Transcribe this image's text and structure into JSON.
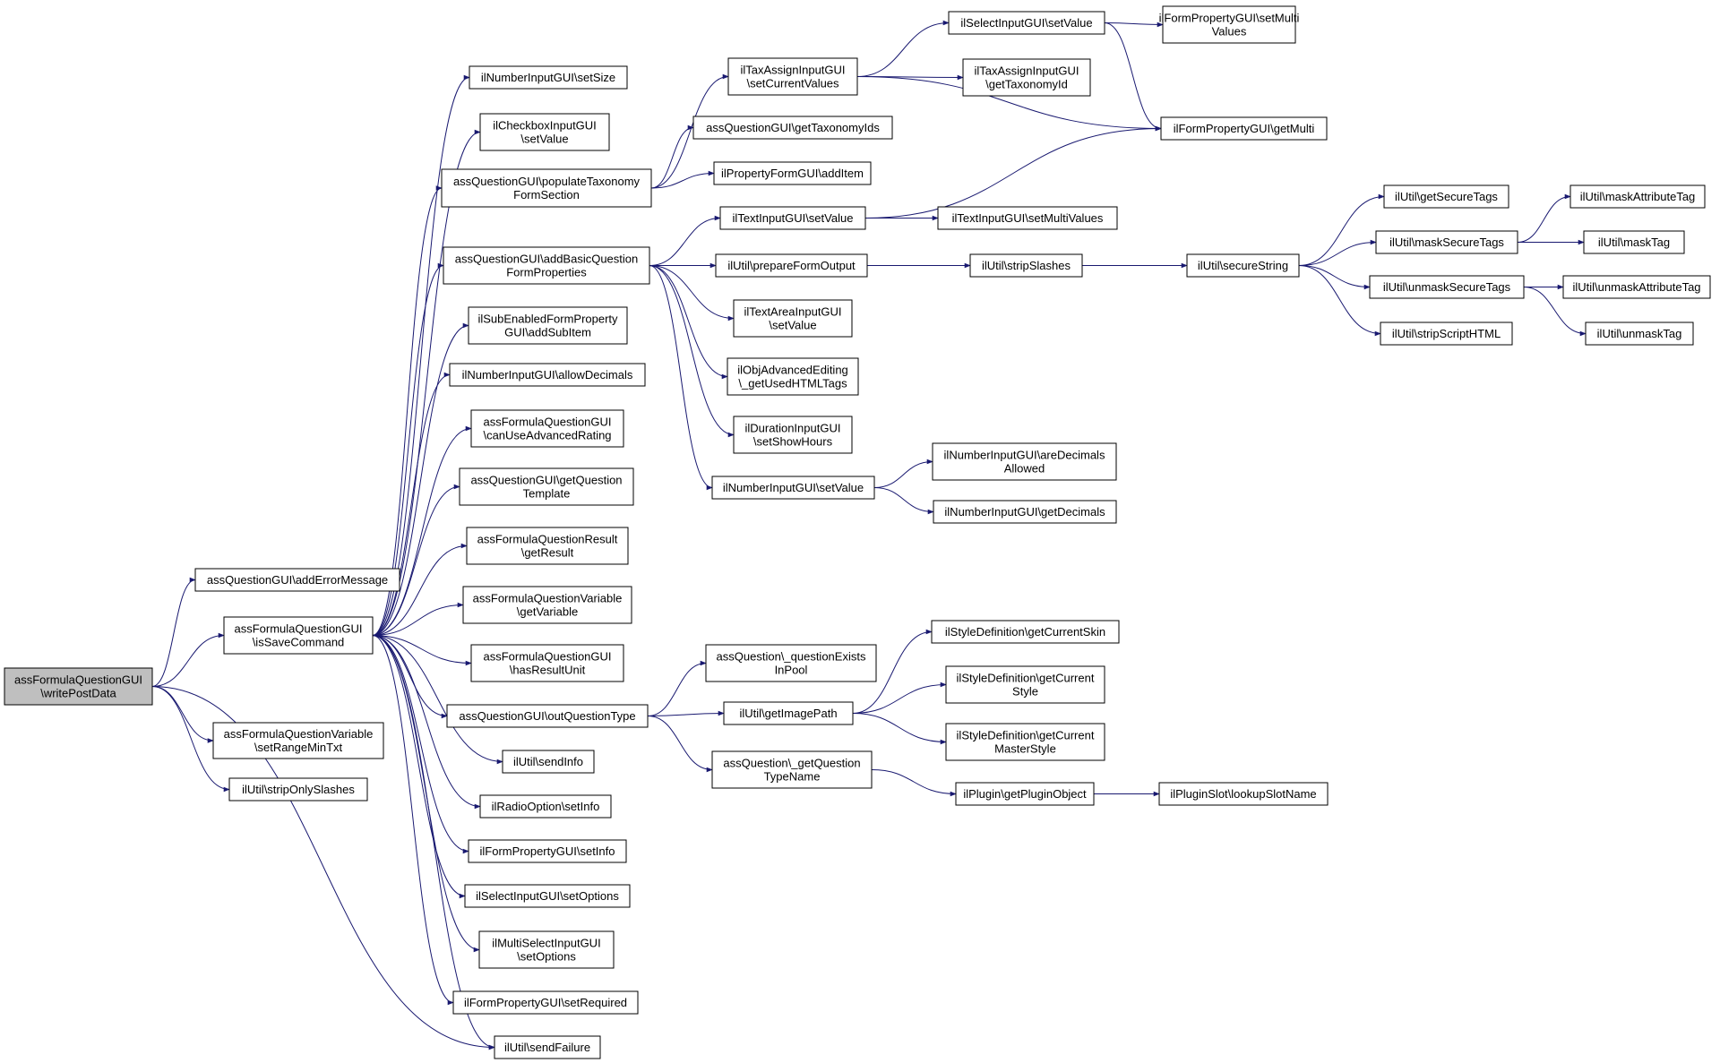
{
  "diagram": {
    "type": "call-graph",
    "root": "writePostData",
    "nodes": [
      {
        "id": "writePostData",
        "lines": [
          "assFormulaQuestionGUI",
          "\\writePostData"
        ]
      },
      {
        "id": "addErrorMessage",
        "lines": [
          "assQuestionGUI\\addErrorMessage"
        ]
      },
      {
        "id": "isSaveCommand",
        "lines": [
          "assFormulaQuestionGUI",
          "\\isSaveCommand"
        ]
      },
      {
        "id": "setRangeMinTxt",
        "lines": [
          "assFormulaQuestionVariable",
          "\\setRangeMinTxt"
        ]
      },
      {
        "id": "stripOnlySlashes",
        "lines": [
          "ilUtil\\stripOnlySlashes"
        ]
      },
      {
        "id": "setSize",
        "lines": [
          "ilNumberInputGUI\\setSize"
        ]
      },
      {
        "id": "cbSetValue",
        "lines": [
          "ilCheckboxInputGUI",
          "\\setValue"
        ]
      },
      {
        "id": "populateTaxonomy",
        "lines": [
          "assQuestionGUI\\populateTaxonomy",
          "FormSection"
        ]
      },
      {
        "id": "addBasicQuestion",
        "lines": [
          "assQuestionGUI\\addBasicQuestion",
          "FormProperties"
        ]
      },
      {
        "id": "addSubItem",
        "lines": [
          "ilSubEnabledFormProperty",
          "GUI\\addSubItem"
        ]
      },
      {
        "id": "allowDecimals",
        "lines": [
          "ilNumberInputGUI\\allowDecimals"
        ]
      },
      {
        "id": "canUseAdvancedRating",
        "lines": [
          "assFormulaQuestionGUI",
          "\\canUseAdvancedRating"
        ]
      },
      {
        "id": "getQuestionTemplate",
        "lines": [
          "assQuestionGUI\\getQuestion",
          "Template"
        ]
      },
      {
        "id": "getResult",
        "lines": [
          "assFormulaQuestionResult",
          "\\getResult"
        ]
      },
      {
        "id": "getVariable",
        "lines": [
          "assFormulaQuestionVariable",
          "\\getVariable"
        ]
      },
      {
        "id": "hasResultUnit",
        "lines": [
          "assFormulaQuestionGUI",
          "\\hasResultUnit"
        ]
      },
      {
        "id": "outQuestionType",
        "lines": [
          "assQuestionGUI\\outQuestionType"
        ]
      },
      {
        "id": "sendInfo",
        "lines": [
          "ilUtil\\sendInfo"
        ]
      },
      {
        "id": "radioSetInfo",
        "lines": [
          "ilRadioOption\\setInfo"
        ]
      },
      {
        "id": "formPropSetInfo",
        "lines": [
          "ilFormPropertyGUI\\setInfo"
        ]
      },
      {
        "id": "selectSetOptions",
        "lines": [
          "ilSelectInputGUI\\setOptions"
        ]
      },
      {
        "id": "multiSelectSetOptions",
        "lines": [
          "ilMultiSelectInputGUI",
          "\\setOptions"
        ]
      },
      {
        "id": "setRequired",
        "lines": [
          "ilFormPropertyGUI\\setRequired"
        ]
      },
      {
        "id": "sendFailure",
        "lines": [
          "ilUtil\\sendFailure"
        ]
      },
      {
        "id": "taxSetCurrentValues",
        "lines": [
          "ilTaxAssignInputGUI",
          "\\setCurrentValues"
        ]
      },
      {
        "id": "getTaxonomyIds",
        "lines": [
          "assQuestionGUI\\getTaxonomyIds"
        ]
      },
      {
        "id": "addItem",
        "lines": [
          "ilPropertyFormGUI\\addItem"
        ]
      },
      {
        "id": "textSetValue",
        "lines": [
          "ilTextInputGUI\\setValue"
        ]
      },
      {
        "id": "prepareFormOutput",
        "lines": [
          "ilUtil\\prepareFormOutput"
        ]
      },
      {
        "id": "textAreaSetValue",
        "lines": [
          "ilTextAreaInputGUI",
          "\\setValue"
        ]
      },
      {
        "id": "getUsedHTMLTags",
        "lines": [
          "ilObjAdvancedEditing",
          "\\_getUsedHTMLTags"
        ]
      },
      {
        "id": "setShowHours",
        "lines": [
          "ilDurationInputGUI",
          "\\setShowHours"
        ]
      },
      {
        "id": "numberSetValue",
        "lines": [
          "ilNumberInputGUI\\setValue"
        ]
      },
      {
        "id": "selectSetValue",
        "lines": [
          "ilSelectInputGUI\\setValue"
        ]
      },
      {
        "id": "getTaxonomyId",
        "lines": [
          "ilTaxAssignInputGUI",
          "\\getTaxonomyId"
        ]
      },
      {
        "id": "setMultiValues",
        "lines": [
          "ilFormPropertyGUI\\setMulti",
          "Values"
        ]
      },
      {
        "id": "getMulti",
        "lines": [
          "ilFormPropertyGUI\\getMulti"
        ]
      },
      {
        "id": "textSetMultiValues",
        "lines": [
          "ilTextInputGUI\\setMultiValues"
        ]
      },
      {
        "id": "stripSlashes",
        "lines": [
          "ilUtil\\stripSlashes"
        ]
      },
      {
        "id": "secureString",
        "lines": [
          "ilUtil\\secureString"
        ]
      },
      {
        "id": "getSecureTags",
        "lines": [
          "ilUtil\\getSecureTags"
        ]
      },
      {
        "id": "maskSecureTags",
        "lines": [
          "ilUtil\\maskSecureTags"
        ]
      },
      {
        "id": "unmaskSecureTags",
        "lines": [
          "ilUtil\\unmaskSecureTags"
        ]
      },
      {
        "id": "stripScriptHTML",
        "lines": [
          "ilUtil\\stripScriptHTML"
        ]
      },
      {
        "id": "maskAttributeTag",
        "lines": [
          "ilUtil\\maskAttributeTag"
        ]
      },
      {
        "id": "maskTag",
        "lines": [
          "ilUtil\\maskTag"
        ]
      },
      {
        "id": "unmaskAttributeTag",
        "lines": [
          "ilUtil\\unmaskAttributeTag"
        ]
      },
      {
        "id": "unmaskTag",
        "lines": [
          "ilUtil\\unmaskTag"
        ]
      },
      {
        "id": "areDecimalsAllowed",
        "lines": [
          "ilNumberInputGUI\\areDecimals",
          "Allowed"
        ]
      },
      {
        "id": "getDecimals",
        "lines": [
          "ilNumberInputGUI\\getDecimals"
        ]
      },
      {
        "id": "questionExistsInPool",
        "lines": [
          "assQuestion\\_questionExists",
          "InPool"
        ]
      },
      {
        "id": "getImagePath",
        "lines": [
          "ilUtil\\getImagePath"
        ]
      },
      {
        "id": "getQuestionTypeName",
        "lines": [
          "assQuestion\\_getQuestion",
          "TypeName"
        ]
      },
      {
        "id": "getCurrentSkin",
        "lines": [
          "ilStyleDefinition\\getCurrentSkin"
        ]
      },
      {
        "id": "getCurrentStyle",
        "lines": [
          "ilStyleDefinition\\getCurrent",
          "Style"
        ]
      },
      {
        "id": "getCurrentMasterStyle",
        "lines": [
          "ilStyleDefinition\\getCurrent",
          "MasterStyle"
        ]
      },
      {
        "id": "getPluginObject",
        "lines": [
          "ilPlugin\\getPluginObject"
        ]
      },
      {
        "id": "lookupSlotName",
        "lines": [
          "ilPluginSlot\\lookupSlotName"
        ]
      }
    ],
    "edges": [
      [
        "writePostData",
        "addErrorMessage"
      ],
      [
        "writePostData",
        "isSaveCommand"
      ],
      [
        "writePostData",
        "setRangeMinTxt"
      ],
      [
        "writePostData",
        "stripOnlySlashes"
      ],
      [
        "writePostData",
        "sendFailure"
      ],
      [
        "isSaveCommand",
        "setSize"
      ],
      [
        "isSaveCommand",
        "cbSetValue"
      ],
      [
        "isSaveCommand",
        "populateTaxonomy"
      ],
      [
        "isSaveCommand",
        "addBasicQuestion"
      ],
      [
        "isSaveCommand",
        "addSubItem"
      ],
      [
        "isSaveCommand",
        "allowDecimals"
      ],
      [
        "isSaveCommand",
        "canUseAdvancedRating"
      ],
      [
        "isSaveCommand",
        "getQuestionTemplate"
      ],
      [
        "isSaveCommand",
        "getResult"
      ],
      [
        "isSaveCommand",
        "getVariable"
      ],
      [
        "isSaveCommand",
        "hasResultUnit"
      ],
      [
        "isSaveCommand",
        "outQuestionType"
      ],
      [
        "isSaveCommand",
        "sendInfo"
      ],
      [
        "isSaveCommand",
        "radioSetInfo"
      ],
      [
        "isSaveCommand",
        "formPropSetInfo"
      ],
      [
        "isSaveCommand",
        "selectSetOptions"
      ],
      [
        "isSaveCommand",
        "multiSelectSetOptions"
      ],
      [
        "isSaveCommand",
        "setRequired"
      ],
      [
        "isSaveCommand",
        "sendFailure"
      ],
      [
        "populateTaxonomy",
        "taxSetCurrentValues"
      ],
      [
        "populateTaxonomy",
        "getTaxonomyIds"
      ],
      [
        "populateTaxonomy",
        "addItem"
      ],
      [
        "taxSetCurrentValues",
        "selectSetValue"
      ],
      [
        "taxSetCurrentValues",
        "getTaxonomyId"
      ],
      [
        "taxSetCurrentValues",
        "getMulti"
      ],
      [
        "selectSetValue",
        "setMultiValues"
      ],
      [
        "selectSetValue",
        "getMulti"
      ],
      [
        "addBasicQuestion",
        "textSetValue"
      ],
      [
        "addBasicQuestion",
        "prepareFormOutput"
      ],
      [
        "addBasicQuestion",
        "textAreaSetValue"
      ],
      [
        "addBasicQuestion",
        "getUsedHTMLTags"
      ],
      [
        "addBasicQuestion",
        "setShowHours"
      ],
      [
        "addBasicQuestion",
        "numberSetValue"
      ],
      [
        "textSetValue",
        "getMulti"
      ],
      [
        "textSetValue",
        "textSetMultiValues"
      ],
      [
        "prepareFormOutput",
        "stripSlashes"
      ],
      [
        "stripSlashes",
        "secureString"
      ],
      [
        "secureString",
        "getSecureTags"
      ],
      [
        "secureString",
        "maskSecureTags"
      ],
      [
        "secureString",
        "unmaskSecureTags"
      ],
      [
        "secureString",
        "stripScriptHTML"
      ],
      [
        "maskSecureTags",
        "maskAttributeTag"
      ],
      [
        "maskSecureTags",
        "maskTag"
      ],
      [
        "unmaskSecureTags",
        "unmaskAttributeTag"
      ],
      [
        "unmaskSecureTags",
        "unmaskTag"
      ],
      [
        "numberSetValue",
        "areDecimalsAllowed"
      ],
      [
        "numberSetValue",
        "getDecimals"
      ],
      [
        "outQuestionType",
        "questionExistsInPool"
      ],
      [
        "outQuestionType",
        "getImagePath"
      ],
      [
        "outQuestionType",
        "getQuestionTypeName"
      ],
      [
        "getImagePath",
        "getCurrentSkin"
      ],
      [
        "getImagePath",
        "getCurrentStyle"
      ],
      [
        "getImagePath",
        "getCurrentMasterStyle"
      ],
      [
        "getQuestionTypeName",
        "getPluginObject"
      ],
      [
        "getPluginObject",
        "lookupSlotName"
      ]
    ]
  }
}
